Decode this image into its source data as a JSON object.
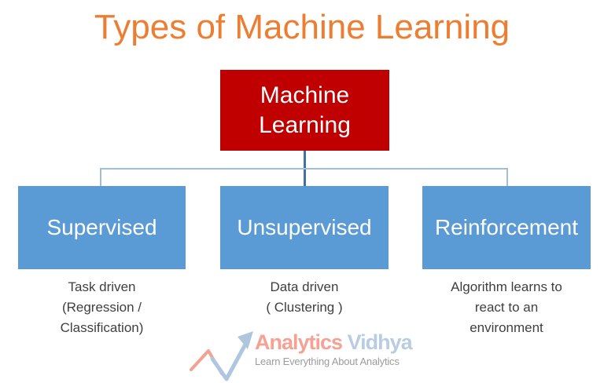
{
  "title": {
    "text": "Types of Machine Learning"
  },
  "root_node": {
    "label": "Machine Learning"
  },
  "branches": [
    {
      "label": "Supervised",
      "description": "Task driven\n(Regression /\nClassification)"
    },
    {
      "label": "Unsupervised",
      "description": "Data driven\n( Clustering )"
    },
    {
      "label": "Reinforcement",
      "description": "Algorithm learns to\nreact to an\nenvironment"
    }
  ],
  "logo": {
    "brand_first": "Analytics",
    "brand_second": "Vidhya",
    "tagline": "Learn Everything About Analytics",
    "mark_icon": "trend-zigzag-arrow-icon"
  },
  "colors": {
    "title": "#ED7D31",
    "root_bg": "#C00000",
    "branch_bg": "#5B9BD5",
    "node_text": "#FFFFFF",
    "desc_text": "#3F3F3F",
    "connector_dark": "#41719C",
    "connector_light": "#A3BDD6",
    "logo_brand_first": "#F5A193",
    "logo_brand_second": "#B9CDE2",
    "logo_tagline": "#9C9C9C",
    "logo_mark_salmon": "#F2A293",
    "logo_mark_blue": "#AEC6DE"
  }
}
